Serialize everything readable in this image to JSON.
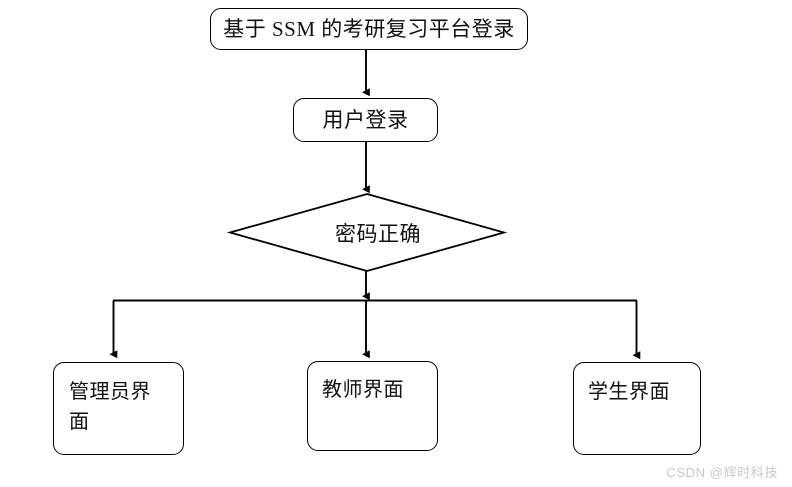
{
  "diagram": {
    "type": "flowchart",
    "background_color": "#ffffff",
    "line_color": "#000000",
    "text_color": "#111111",
    "nodes": {
      "root": {
        "label": "基于 SSM 的考研复习平台登录",
        "shape": "rounded-rectangle"
      },
      "login": {
        "label": "用户登录",
        "shape": "rounded-rectangle"
      },
      "decision": {
        "label": "密码正确",
        "shape": "diamond"
      },
      "admin": {
        "label": "管理员界\n面",
        "shape": "rounded-rectangle"
      },
      "teacher": {
        "label": "教师界面",
        "shape": "rounded-rectangle"
      },
      "student": {
        "label": "学生界面",
        "shape": "rounded-rectangle"
      }
    },
    "edges": [
      {
        "from": "root",
        "to": "login",
        "label": ""
      },
      {
        "from": "login",
        "to": "decision",
        "label": ""
      },
      {
        "from": "decision",
        "to": "admin",
        "label": ""
      },
      {
        "from": "decision",
        "to": "teacher",
        "label": ""
      },
      {
        "from": "decision",
        "to": "student",
        "label": ""
      }
    ]
  },
  "watermark": {
    "text": "CSDN @辉时科技",
    "color": "#c9c9c9"
  }
}
